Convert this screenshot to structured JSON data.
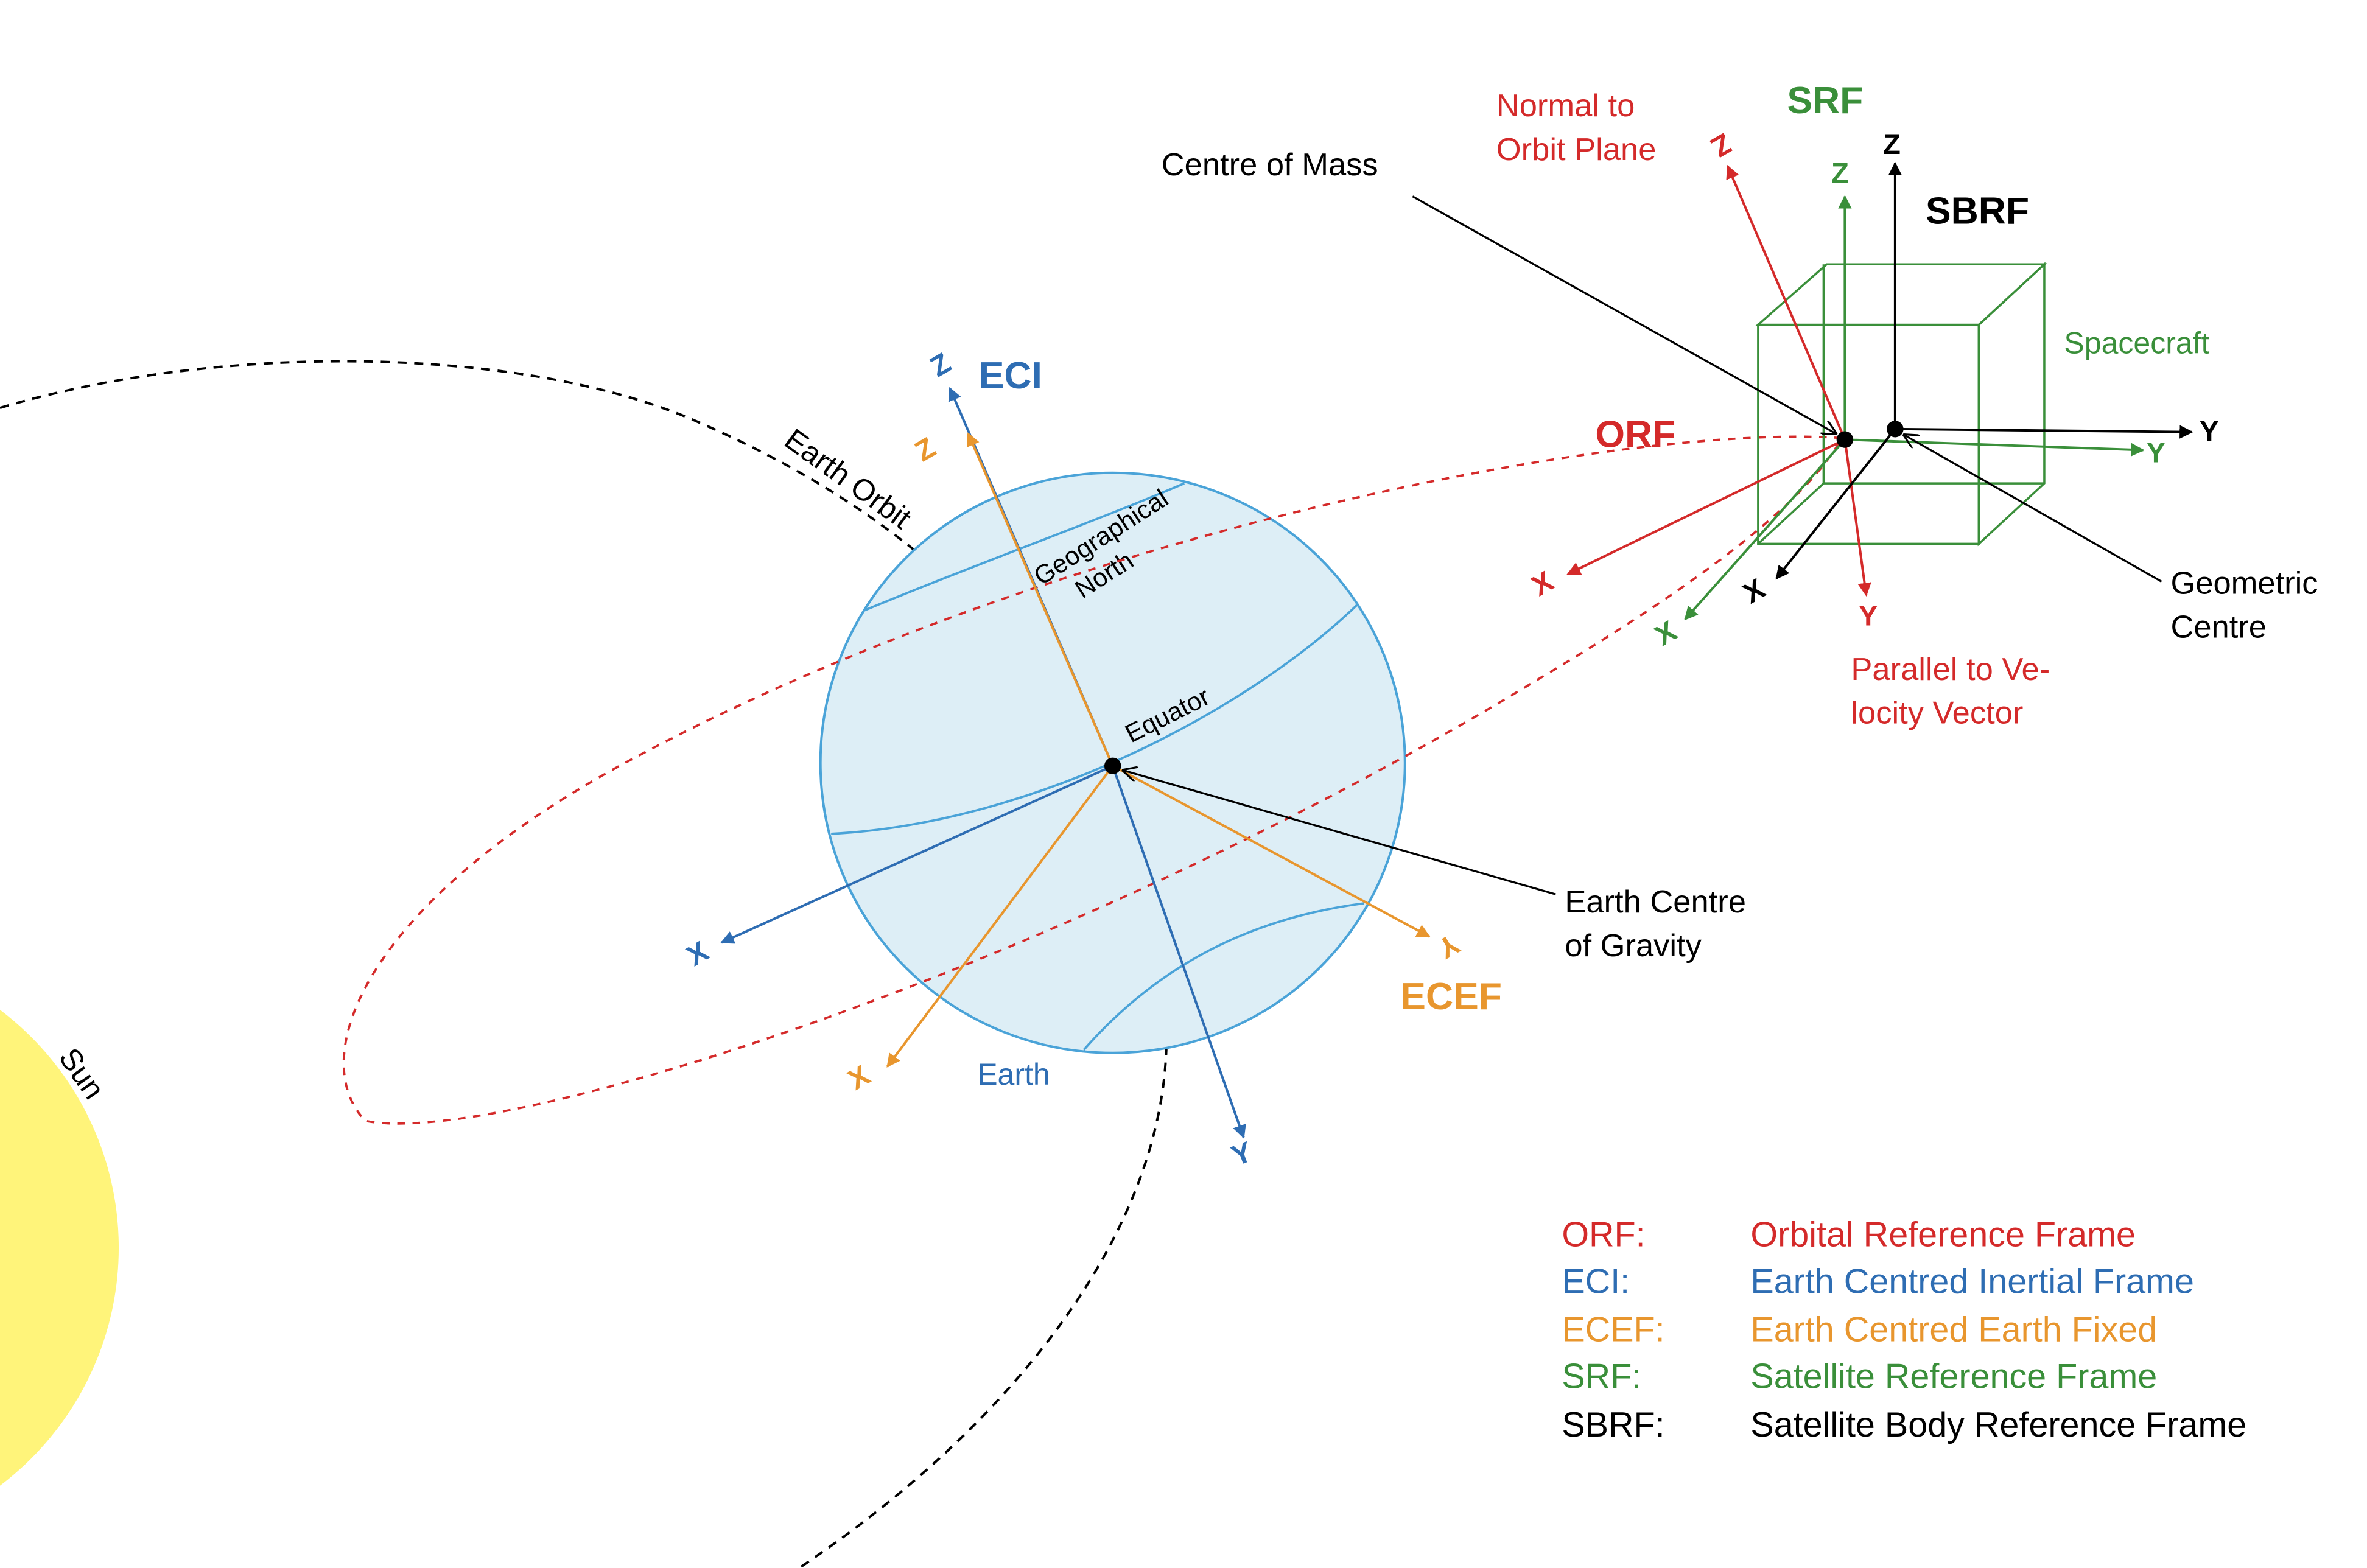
{
  "colors": {
    "orf": "#d42a2a",
    "eci": "#2e6db3",
    "ecef": "#e8962e",
    "srf": "#3a8f3a",
    "sbrf": "#000000",
    "earth_fill": "#ddeef6",
    "earth_stroke": "#4aa3d8",
    "sun": "#fff47a"
  },
  "labels": {
    "sun": "Sun",
    "earth_orbit": "Earth Orbit",
    "earth": "Earth",
    "geographical_north_line1": "Geographical",
    "geographical_north_line2": "North",
    "equator": "Equator",
    "earth_centre_gravity_line1": "Earth Centre",
    "earth_centre_gravity_line2": "of Gravity",
    "centre_of_mass": "Centre of Mass",
    "geometric_centre_line1": "Geometric",
    "geometric_centre_line2": "Centre",
    "spacecraft": "Spacecraft",
    "normal_line1": "Normal to",
    "normal_line2": "Orbit Plane",
    "parallel_line1": "Parallel to Ve-",
    "parallel_line2": "locity Vector"
  },
  "frames": {
    "eci": "ECI",
    "ecef": "ECEF",
    "orf": "ORF",
    "srf": "SRF",
    "sbrf": "SBRF"
  },
  "axes": {
    "eci": {
      "x": "X",
      "y": "Y",
      "z": "Z"
    },
    "ecef": {
      "x": "X",
      "y": "Y",
      "z": "Z"
    },
    "orf": {
      "x": "X",
      "y": "Y",
      "z": "Z"
    },
    "srf": {
      "x": "X",
      "y": "Y",
      "z": "Z"
    },
    "sbrf": {
      "x": "X",
      "y": "Y",
      "z": "Z"
    }
  },
  "legend": [
    {
      "abbr": "ORF:",
      "text": "Orbital Reference Frame"
    },
    {
      "abbr": "ECI:",
      "text": "Earth Centred Inertial Frame"
    },
    {
      "abbr": "ECEF:",
      "text": "Earth Centred Earth Fixed"
    },
    {
      "abbr": "SRF:",
      "text": "Satellite Reference Frame"
    },
    {
      "abbr": "SBRF:",
      "text": "Satellite Body Reference Frame"
    }
  ]
}
